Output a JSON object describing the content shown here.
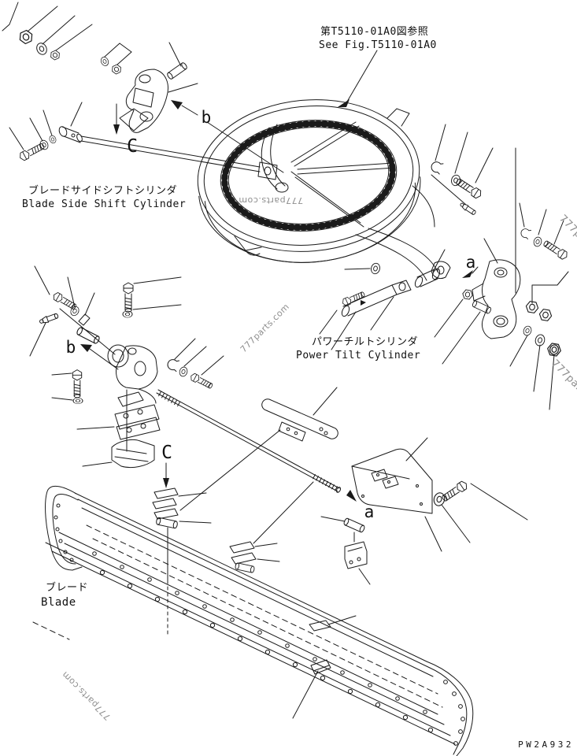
{
  "page": {
    "background": "#ffffff",
    "line_color": "#1a1a1a",
    "watermark_color": "#8f8f8f",
    "drawing_code": "PW2A932"
  },
  "annotations": {
    "see_fig_jp": "第T5110-01A0図参照",
    "see_fig_en": "See Fig.T5110-01A0",
    "side_shift_jp": "ブレードサイドシフトシリンダ",
    "side_shift_en": "Blade Side Shift Cylinder",
    "tilt_jp": "パワーチルトシリンダ",
    "tilt_en": "Power Tilt Cylinder",
    "blade_jp": "ブレード",
    "blade_en": "Blade"
  },
  "markers": [
    {
      "label": "b"
    },
    {
      "label": "C"
    },
    {
      "label": "a"
    },
    {
      "label": "b"
    },
    {
      "label": "C"
    },
    {
      "label": "a"
    }
  ],
  "watermark": {
    "text": "777parts.com"
  }
}
